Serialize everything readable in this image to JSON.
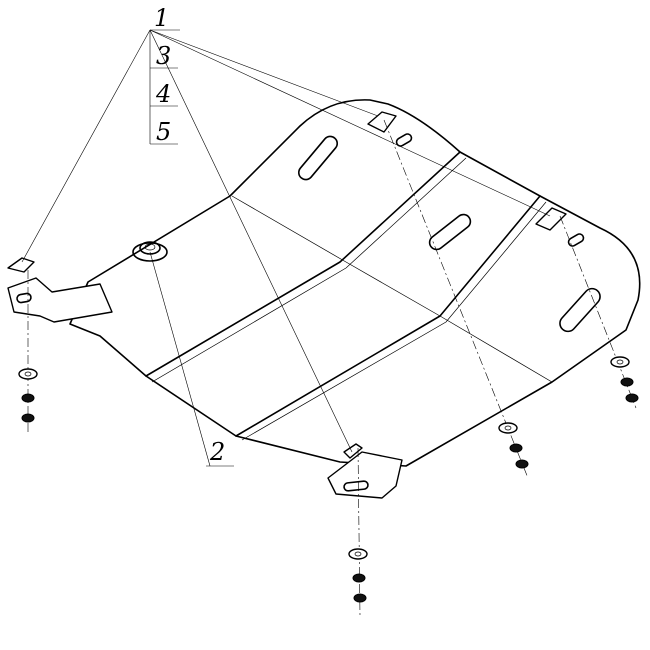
{
  "callouts": {
    "label_1": "1",
    "label_2": "2",
    "label_3": "3",
    "label_4": "4",
    "label_5": "5"
  },
  "colors": {
    "line": "#000000",
    "background": "#ffffff"
  }
}
